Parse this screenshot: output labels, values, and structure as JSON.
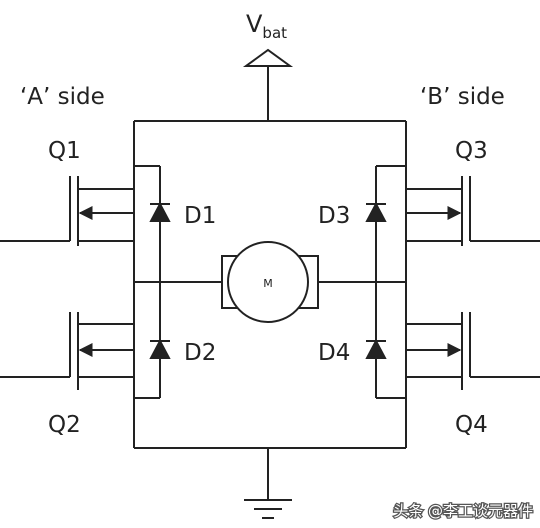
{
  "supply": {
    "main": "V",
    "sub": "bat"
  },
  "sides": {
    "a": "‘A’ side",
    "b": "‘B’ side"
  },
  "transistors": {
    "q1": "Q1",
    "q2": "Q2",
    "q3": "Q3",
    "q4": "Q4"
  },
  "diodes": {
    "d1": "D1",
    "d2": "D2",
    "d3": "D3",
    "d4": "D4"
  },
  "motor": {
    "letter": "M"
  },
  "watermark": {
    "text": "头条 @李工谈元器件"
  },
  "colors": {
    "wire": "#222222",
    "background": "#ffffff",
    "watermark_text": "#ffffff"
  }
}
